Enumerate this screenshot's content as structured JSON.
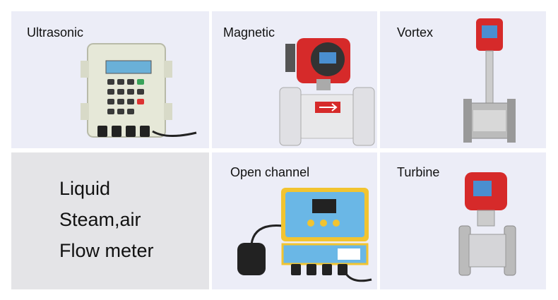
{
  "tiles": [
    {
      "label": "Ultrasonic"
    },
    {
      "label": "Magnetic"
    },
    {
      "label": "Vortex"
    },
    {
      "label": ""
    },
    {
      "label": "Open channel"
    },
    {
      "label": "Turbine"
    }
  ],
  "feature_text": {
    "line1": "Liquid",
    "line2": "Steam,air",
    "line3": "Flow meter"
  },
  "colors": {
    "tile_bg": "#ecedf7",
    "gray_tile_bg": "#e4e4e7",
    "meter_red": "#d62a2a",
    "display_blue": "#4aa3e0",
    "housing_yellow": "#f2c430"
  }
}
